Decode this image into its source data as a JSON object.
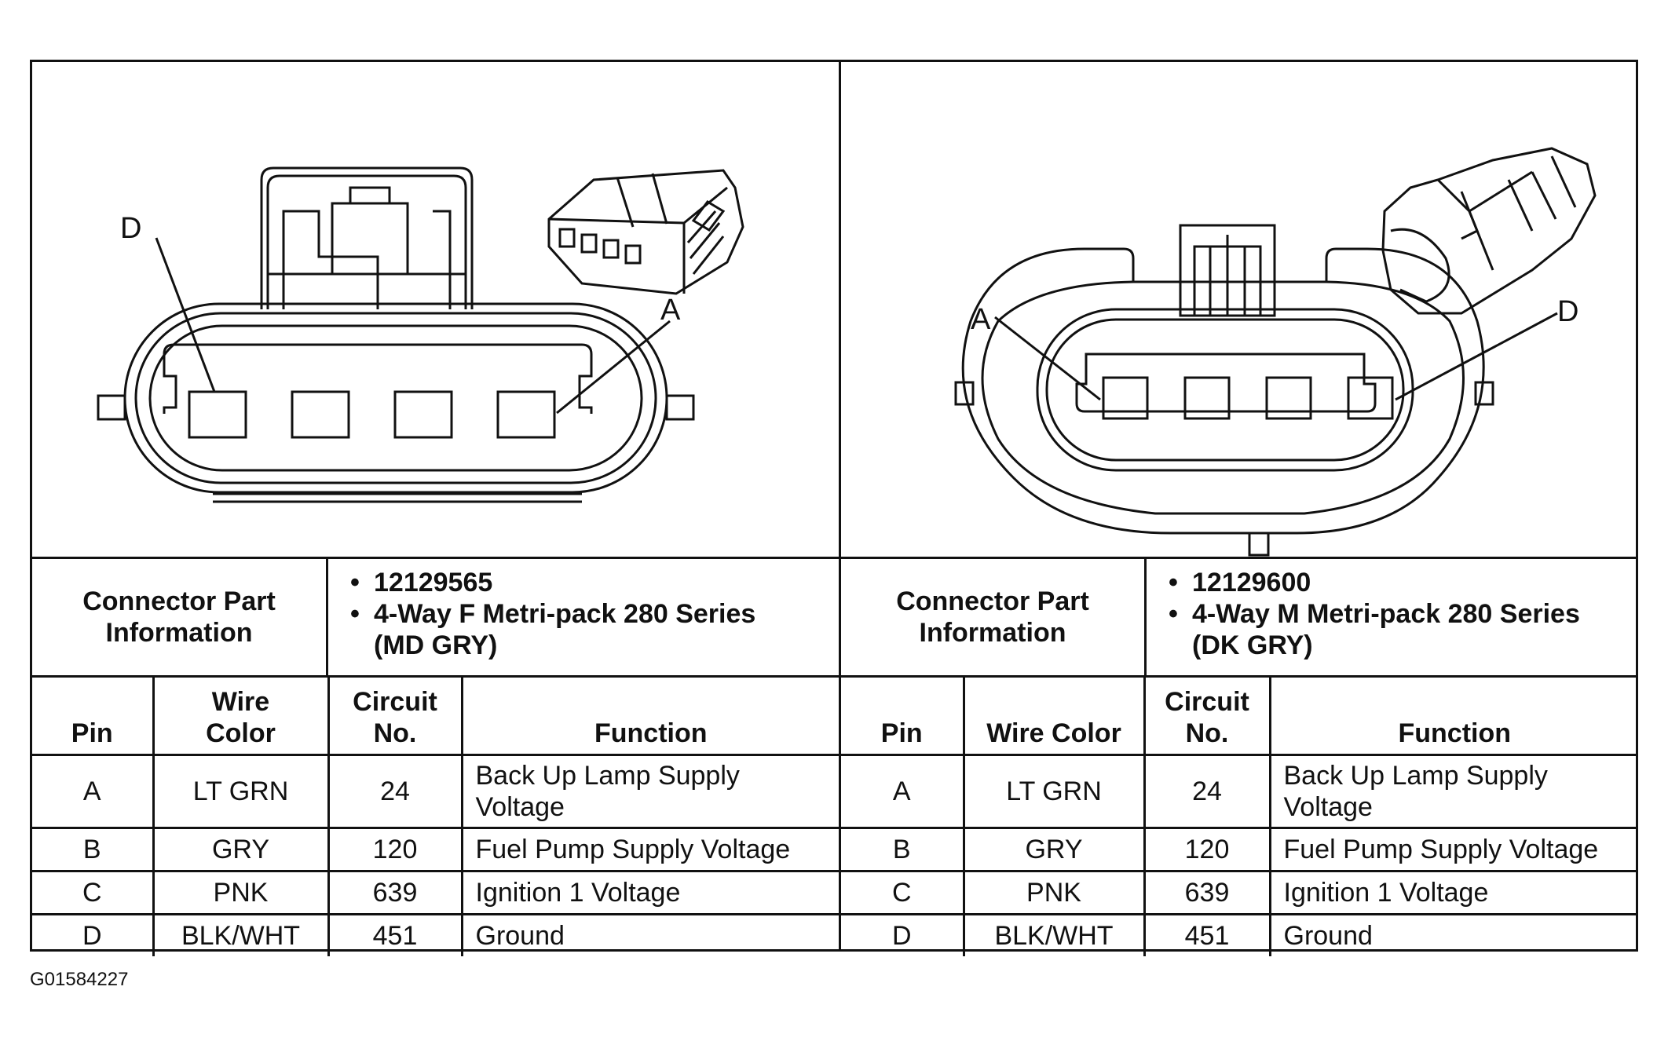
{
  "figure_code": "G01584227",
  "connectors": [
    {
      "side": "left",
      "pin_labels": {
        "left": "D",
        "right": "A"
      },
      "info_label": "Connector Part Information",
      "info_label_lines": [
        "Connector Part",
        "Information"
      ],
      "part_number": "12129565",
      "description_lines": [
        "4-Way F Metri-pack 280 Series",
        "(MD GRY)"
      ],
      "headers": {
        "pin": "Pin",
        "wire_color_lines": [
          "Wire",
          "Color"
        ],
        "circuit_lines": [
          "Circuit",
          "No."
        ],
        "function": "Function"
      },
      "rows": [
        {
          "pin": "A",
          "wire": "LT GRN",
          "circuit": "24",
          "function_lines": [
            "Back Up Lamp Supply",
            "Voltage"
          ]
        },
        {
          "pin": "B",
          "wire": "GRY",
          "circuit": "120",
          "function_lines": [
            "Fuel Pump Supply Voltage"
          ]
        },
        {
          "pin": "C",
          "wire": "PNK",
          "circuit": "639",
          "function_lines": [
            "Ignition 1 Voltage"
          ]
        },
        {
          "pin": "D",
          "wire": "BLK/WHT",
          "circuit": "451",
          "function_lines": [
            "Ground"
          ]
        }
      ]
    },
    {
      "side": "right",
      "pin_labels": {
        "left": "A",
        "right": "D"
      },
      "info_label": "Connector Part Information",
      "info_label_lines": [
        "Connector Part",
        "Information"
      ],
      "part_number": "12129600",
      "description_lines": [
        "4-Way M Metri-pack 280 Series",
        "(DK GRY)"
      ],
      "headers": {
        "pin": "Pin",
        "wire_color_lines": [
          "Wire Color"
        ],
        "circuit_lines": [
          "Circuit",
          "No."
        ],
        "function": "Function"
      },
      "rows": [
        {
          "pin": "A",
          "wire": "LT GRN",
          "circuit": "24",
          "function_lines": [
            "Back Up Lamp Supply",
            "Voltage"
          ]
        },
        {
          "pin": "B",
          "wire": "GRY",
          "circuit": "120",
          "function_lines": [
            "Fuel Pump Supply Voltage"
          ]
        },
        {
          "pin": "C",
          "wire": "PNK",
          "circuit": "639",
          "function_lines": [
            "Ignition 1 Voltage"
          ]
        },
        {
          "pin": "D",
          "wire": "BLK/WHT",
          "circuit": "451",
          "function_lines": [
            "Ground"
          ]
        }
      ]
    }
  ]
}
